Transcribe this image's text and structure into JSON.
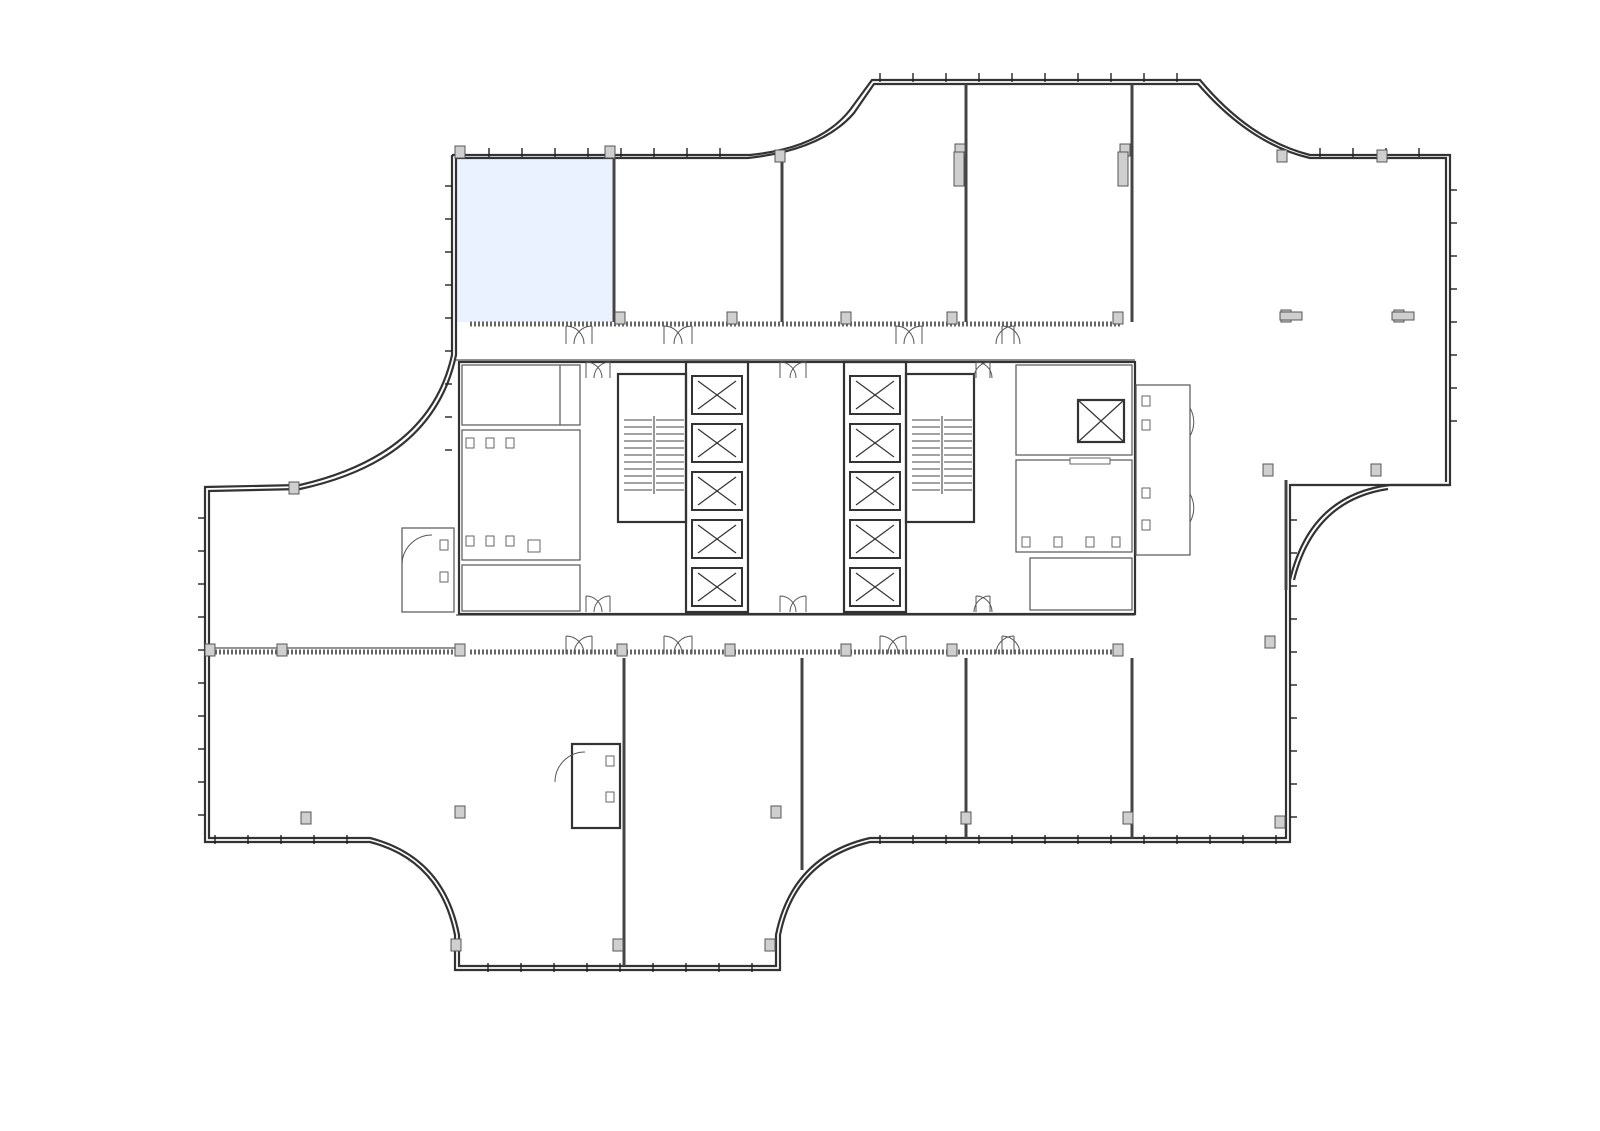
{
  "colors": {
    "background": "#ffffff",
    "wall": "#333333",
    "column_fill": "#cfcfcf",
    "selected_room": "#eaf2ff"
  },
  "plan": {
    "selected_room": "top-left-office",
    "elevator_count": 11,
    "stair_count": 2,
    "icons": [
      "elevator-icon",
      "stair-icon",
      "door-swing-icon",
      "toilet-icon",
      "column-icon"
    ]
  }
}
